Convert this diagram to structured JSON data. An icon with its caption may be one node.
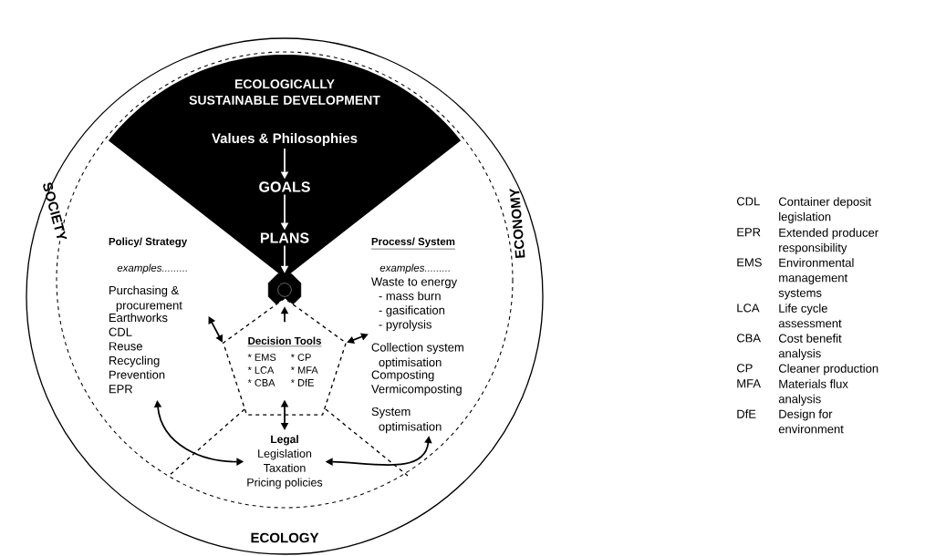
{
  "diagram": {
    "nodes": [
      {
        "text": [
          "ECOLOGICALLY SUSTAINABLE DEVELOPMENT"
        ]
      },
      {
        "text": [
          "Values & Philosophies"
        ],
        "in": 0
      },
      {
        "text": [
          "GOALS"
        ],
        "in": 0
      },
      {
        "text": [
          "PLANS"
        ],
        "in": 0
      },
      {
        "text": [],
        "shape": "octagon"
      },
      {
        "text": [
          "Policy/ Strategy",
          "examples.........",
          "Purchasing & procurement",
          "Earthworks",
          "CDL",
          "Reuse",
          "Recycling",
          "Prevention",
          "EPR"
        ]
      },
      {
        "text": [
          "Process/ System",
          "examples.........",
          "Waste to energy",
          "- mass burn",
          "- gasification",
          "- pyrolysis",
          "Collection system optimisation",
          "Composting",
          "Vermicomposting",
          "System optimisation"
        ]
      },
      {
        "text": [
          "Decision Tools",
          "* EMS",
          "* CP",
          "* LCA",
          "* MFA",
          "* CBA",
          "* DfE"
        ]
      },
      {
        "text": [
          "Legal",
          "Legislation",
          "Taxation",
          "Pricing policies"
        ]
      }
    ],
    "edges": [
      {
        "from": 1,
        "to": 2,
        "arrow": "to",
        "color": "#ffffff"
      },
      {
        "from": 2,
        "to": 3,
        "arrow": "to",
        "color": "#ffffff"
      },
      {
        "from": 3,
        "to": 4,
        "arrow": "to",
        "color": "#ffffff"
      },
      {
        "from": 7,
        "to": 4,
        "arrow": "to"
      },
      {
        "from": 7,
        "to": 5,
        "arrow": "both"
      },
      {
        "from": 7,
        "to": 6,
        "arrow": "both"
      },
      {
        "from": 7,
        "to": 8,
        "arrow": "both"
      },
      {
        "from": 5,
        "to": 8,
        "arrow": "both"
      },
      {
        "from": 6,
        "to": 8,
        "arrow": "both"
      }
    ],
    "labels": [
      "SOCIETY",
      "ECONOMY",
      "ECOLOGY",
      "CDL",
      "Container deposit legislation",
      "EPR",
      "Extended producer responsibility",
      "EMS",
      "Environmental management systems",
      "LCA",
      "Life cycle assessment",
      "CBA",
      "Cost benefit analysis",
      "CP",
      "Cleaner production",
      "MFA",
      "Materials flux analysis",
      "DfE",
      "Design for environment"
    ]
  }
}
